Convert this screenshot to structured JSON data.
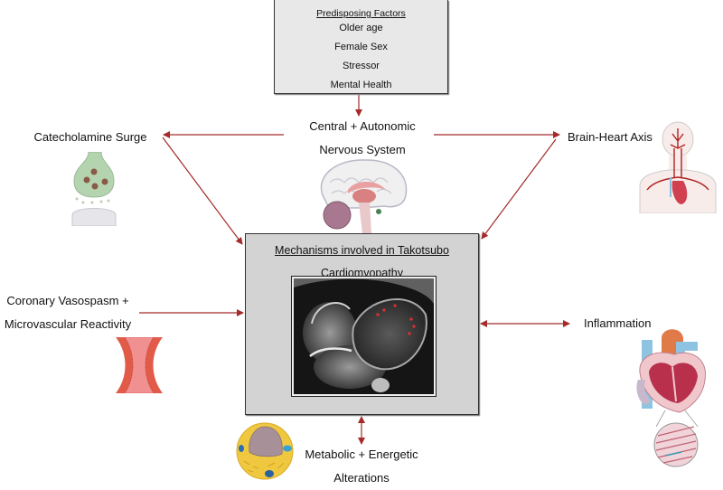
{
  "predisposing_factors": {
    "title": "Predisposing Factors",
    "items": [
      "Older age",
      "Female Sex",
      "Stressor",
      "Mental Health"
    ]
  },
  "central": {
    "line1": "Central + Autonomic",
    "line2": "Nervous System",
    "icon": "brain-icon"
  },
  "catecholamine": {
    "label": "Catecholamine Surge",
    "icon": "synapse-icon"
  },
  "brain_heart": {
    "label": "Brain-Heart Axis",
    "icon": "body-circulation-icon"
  },
  "main": {
    "line1": "Mechanisms involved in Takotsubo",
    "line2": "Cardiomyopathy",
    "image": "cardiac-mri-image"
  },
  "coronary": {
    "line1": "Coronary Vasospasm +",
    "line2": "Microvascular Reactivity",
    "icon": "constricted-vessel-icon"
  },
  "inflammation": {
    "label": "Inflammation",
    "icon": "heart-tissue-icon"
  },
  "metabolic": {
    "line1": "Metabolic + Energetic",
    "line2": "Alterations",
    "icon": "cell-icon"
  },
  "colors": {
    "arrow": "#a52a2a",
    "box_fill": "#d3d3d3",
    "factors_fill": "#e8e8e8",
    "border": "#333333"
  }
}
